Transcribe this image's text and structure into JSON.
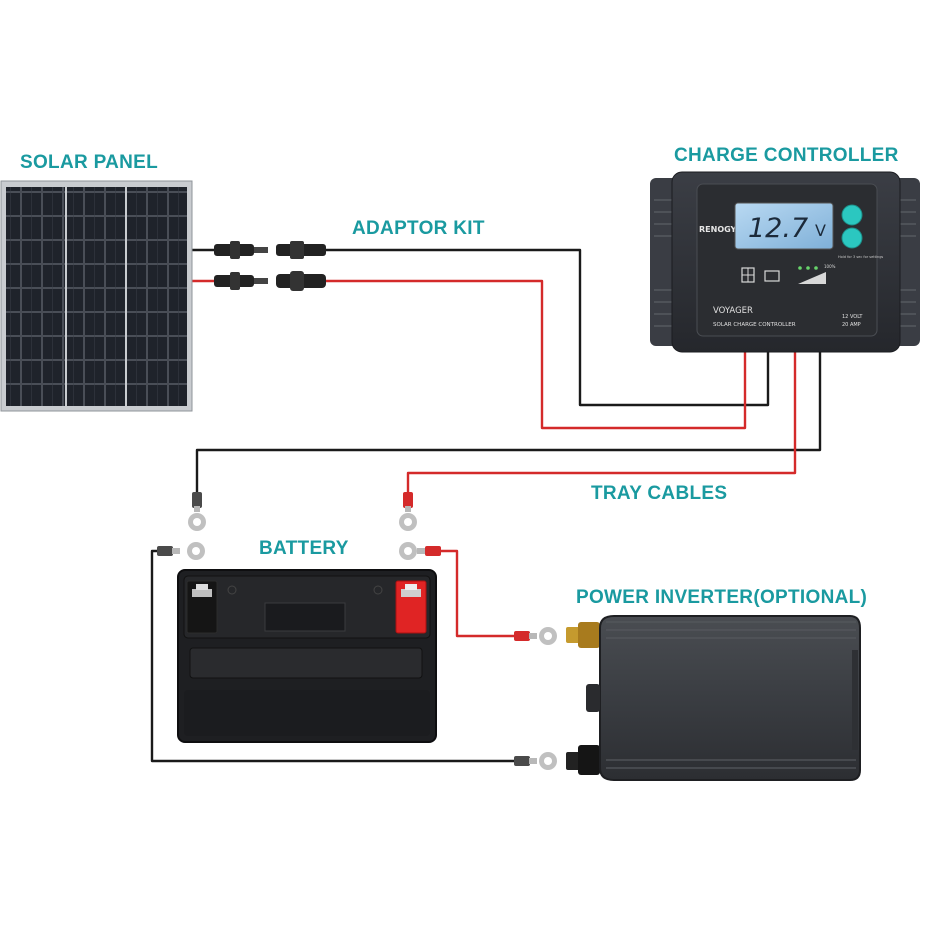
{
  "labels": {
    "solar_panel": "SOLAR PANEL",
    "adaptor_kit": "ADAPTOR KIT",
    "charge_controller": "CHARGE CONTROLLER",
    "tray_cables": "TRAY CABLES",
    "battery": "BATTERY",
    "power_inverter": "POWER INVERTER(OPTIONAL)"
  },
  "controller": {
    "brand": "RENOGY",
    "display_value": "12.7",
    "display_unit": "V",
    "model": "VOYAGER",
    "subtitle": "SOLAR CHARGE CONTROLLER",
    "voltage": "12 VOLT",
    "amperage": "20 AMP",
    "hint": "Hold for 3 sec for settings",
    "level": "100%"
  },
  "colors": {
    "label": "#1a9aa0",
    "positive_wire": "#d42a2a",
    "negative_wire": "#1a1a1a"
  }
}
